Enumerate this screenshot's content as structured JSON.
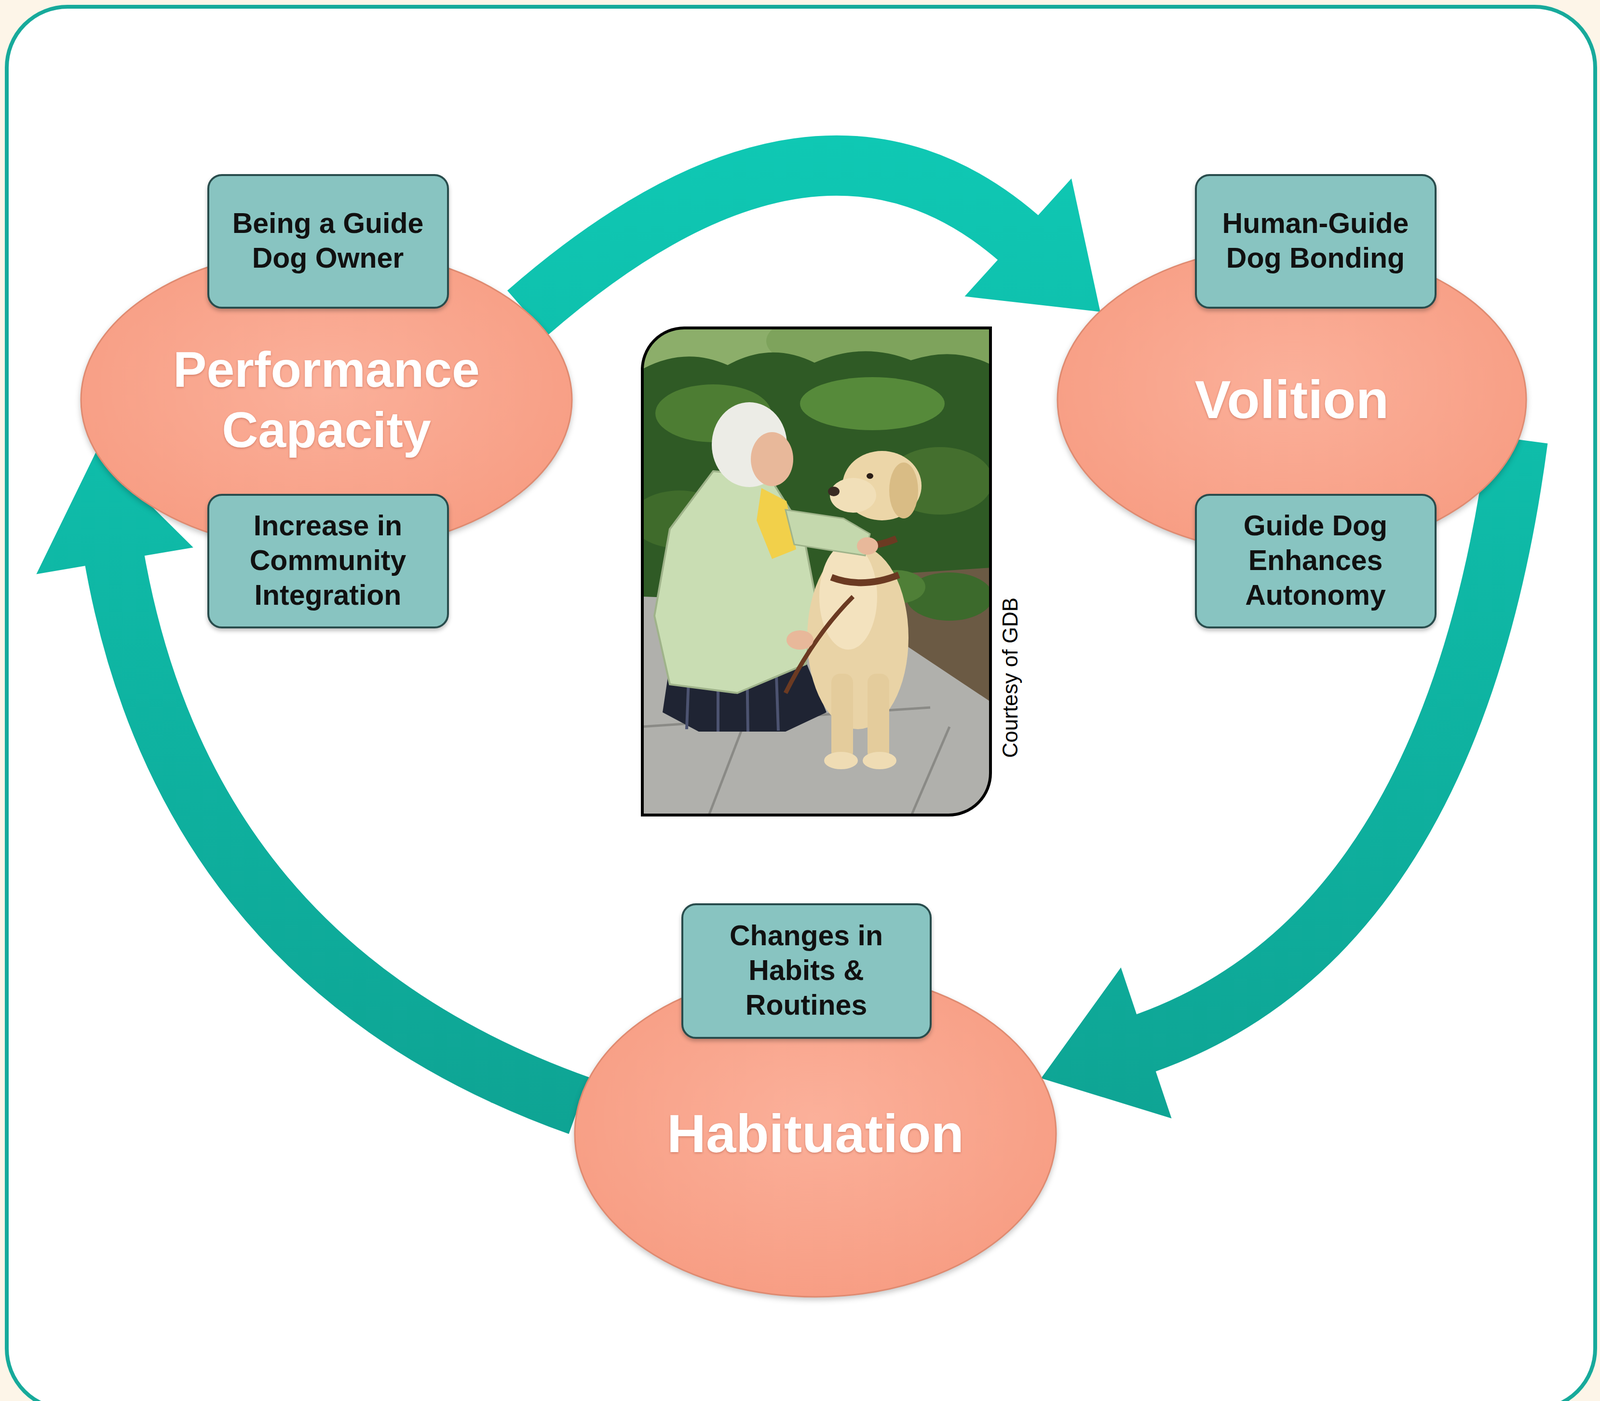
{
  "diagram": {
    "nodes": [
      {
        "text": [
          "Performance Capacity"
        ]
      },
      {
        "text": [
          "Being a Guide Dog Owner"
        ],
        "in": 0
      },
      {
        "text": [
          "Increase in Community Integration"
        ],
        "in": 0
      },
      {
        "text": [
          "Volition"
        ]
      },
      {
        "text": [
          "Human-Guide Dog Bonding"
        ],
        "in": 3
      },
      {
        "text": [
          "Guide Dog Enhances Autonomy"
        ],
        "in": 3
      },
      {
        "text": [
          "Habituation"
        ]
      },
      {
        "text": [
          "Changes in Habits & Routines"
        ],
        "in": 6
      }
    ],
    "edges": [
      {
        "from": 0,
        "to": 3,
        "arrow": "to"
      },
      {
        "from": 3,
        "to": 6,
        "arrow": "to"
      },
      {
        "from": 6,
        "to": 0,
        "arrow": "to"
      }
    ],
    "labels": [
      "Courtesy of GDB"
    ]
  }
}
